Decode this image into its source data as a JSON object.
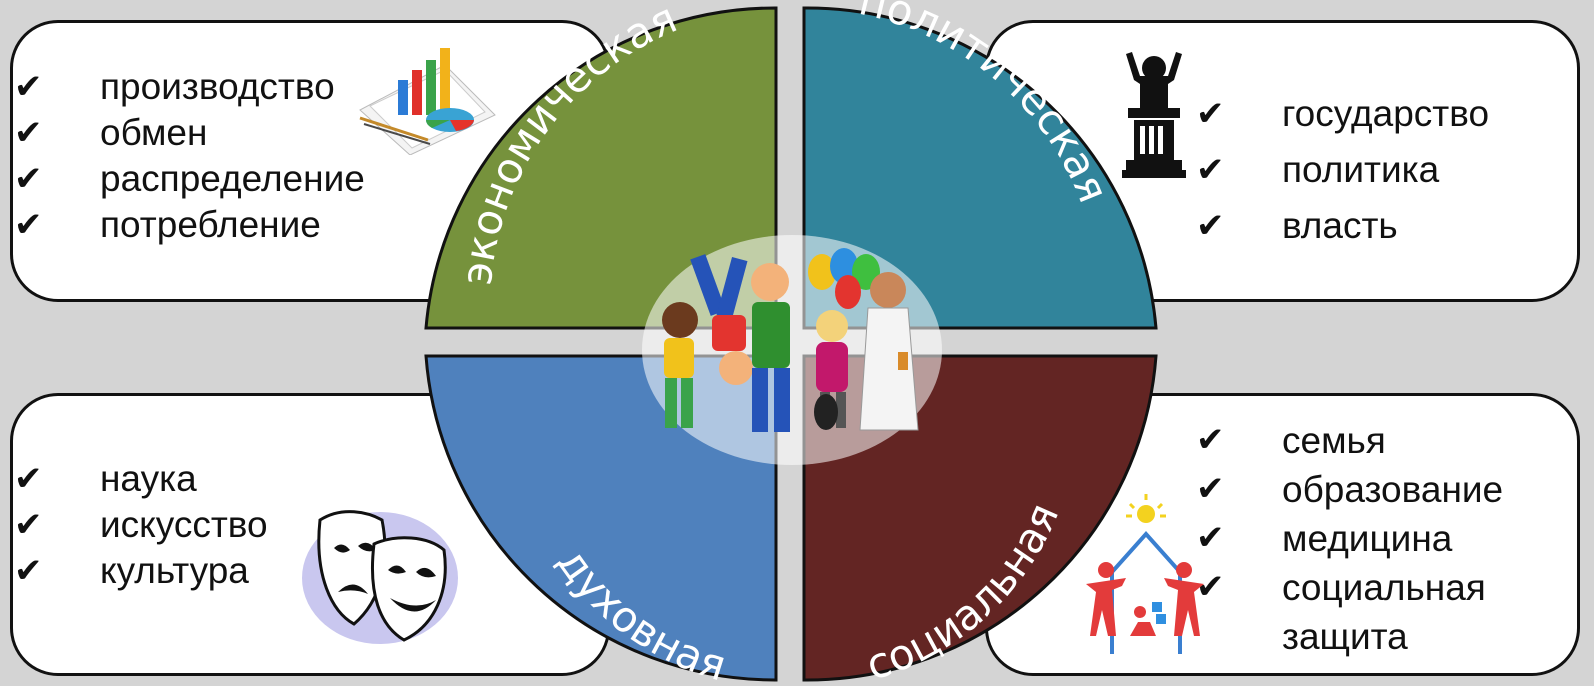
{
  "segments": {
    "economic": {
      "label": "экономическая",
      "color": "#76923c"
    },
    "political": {
      "label": "политическая",
      "color": "#31849b"
    },
    "spiritual": {
      "label": "духовная",
      "color": "#4f81bd"
    },
    "social": {
      "label": "социальная",
      "color": "#632523"
    }
  },
  "check_mark": "✔",
  "economic_items": [
    "производство",
    "обмен",
    "распределение",
    "потребление"
  ],
  "political_items": [
    "государство",
    "политика",
    "власть"
  ],
  "spiritual_items": [
    "наука",
    "искусство",
    "культура"
  ],
  "social_items": [
    "семья",
    "образование",
    "медицина",
    "социальная",
    "защита"
  ],
  "icons": {
    "economic": "chart-papers-icon",
    "political": "speaker-podium-icon",
    "spiritual": "theater-masks-icon",
    "social": "family-house-icon",
    "center": "group-of-people-icon"
  }
}
